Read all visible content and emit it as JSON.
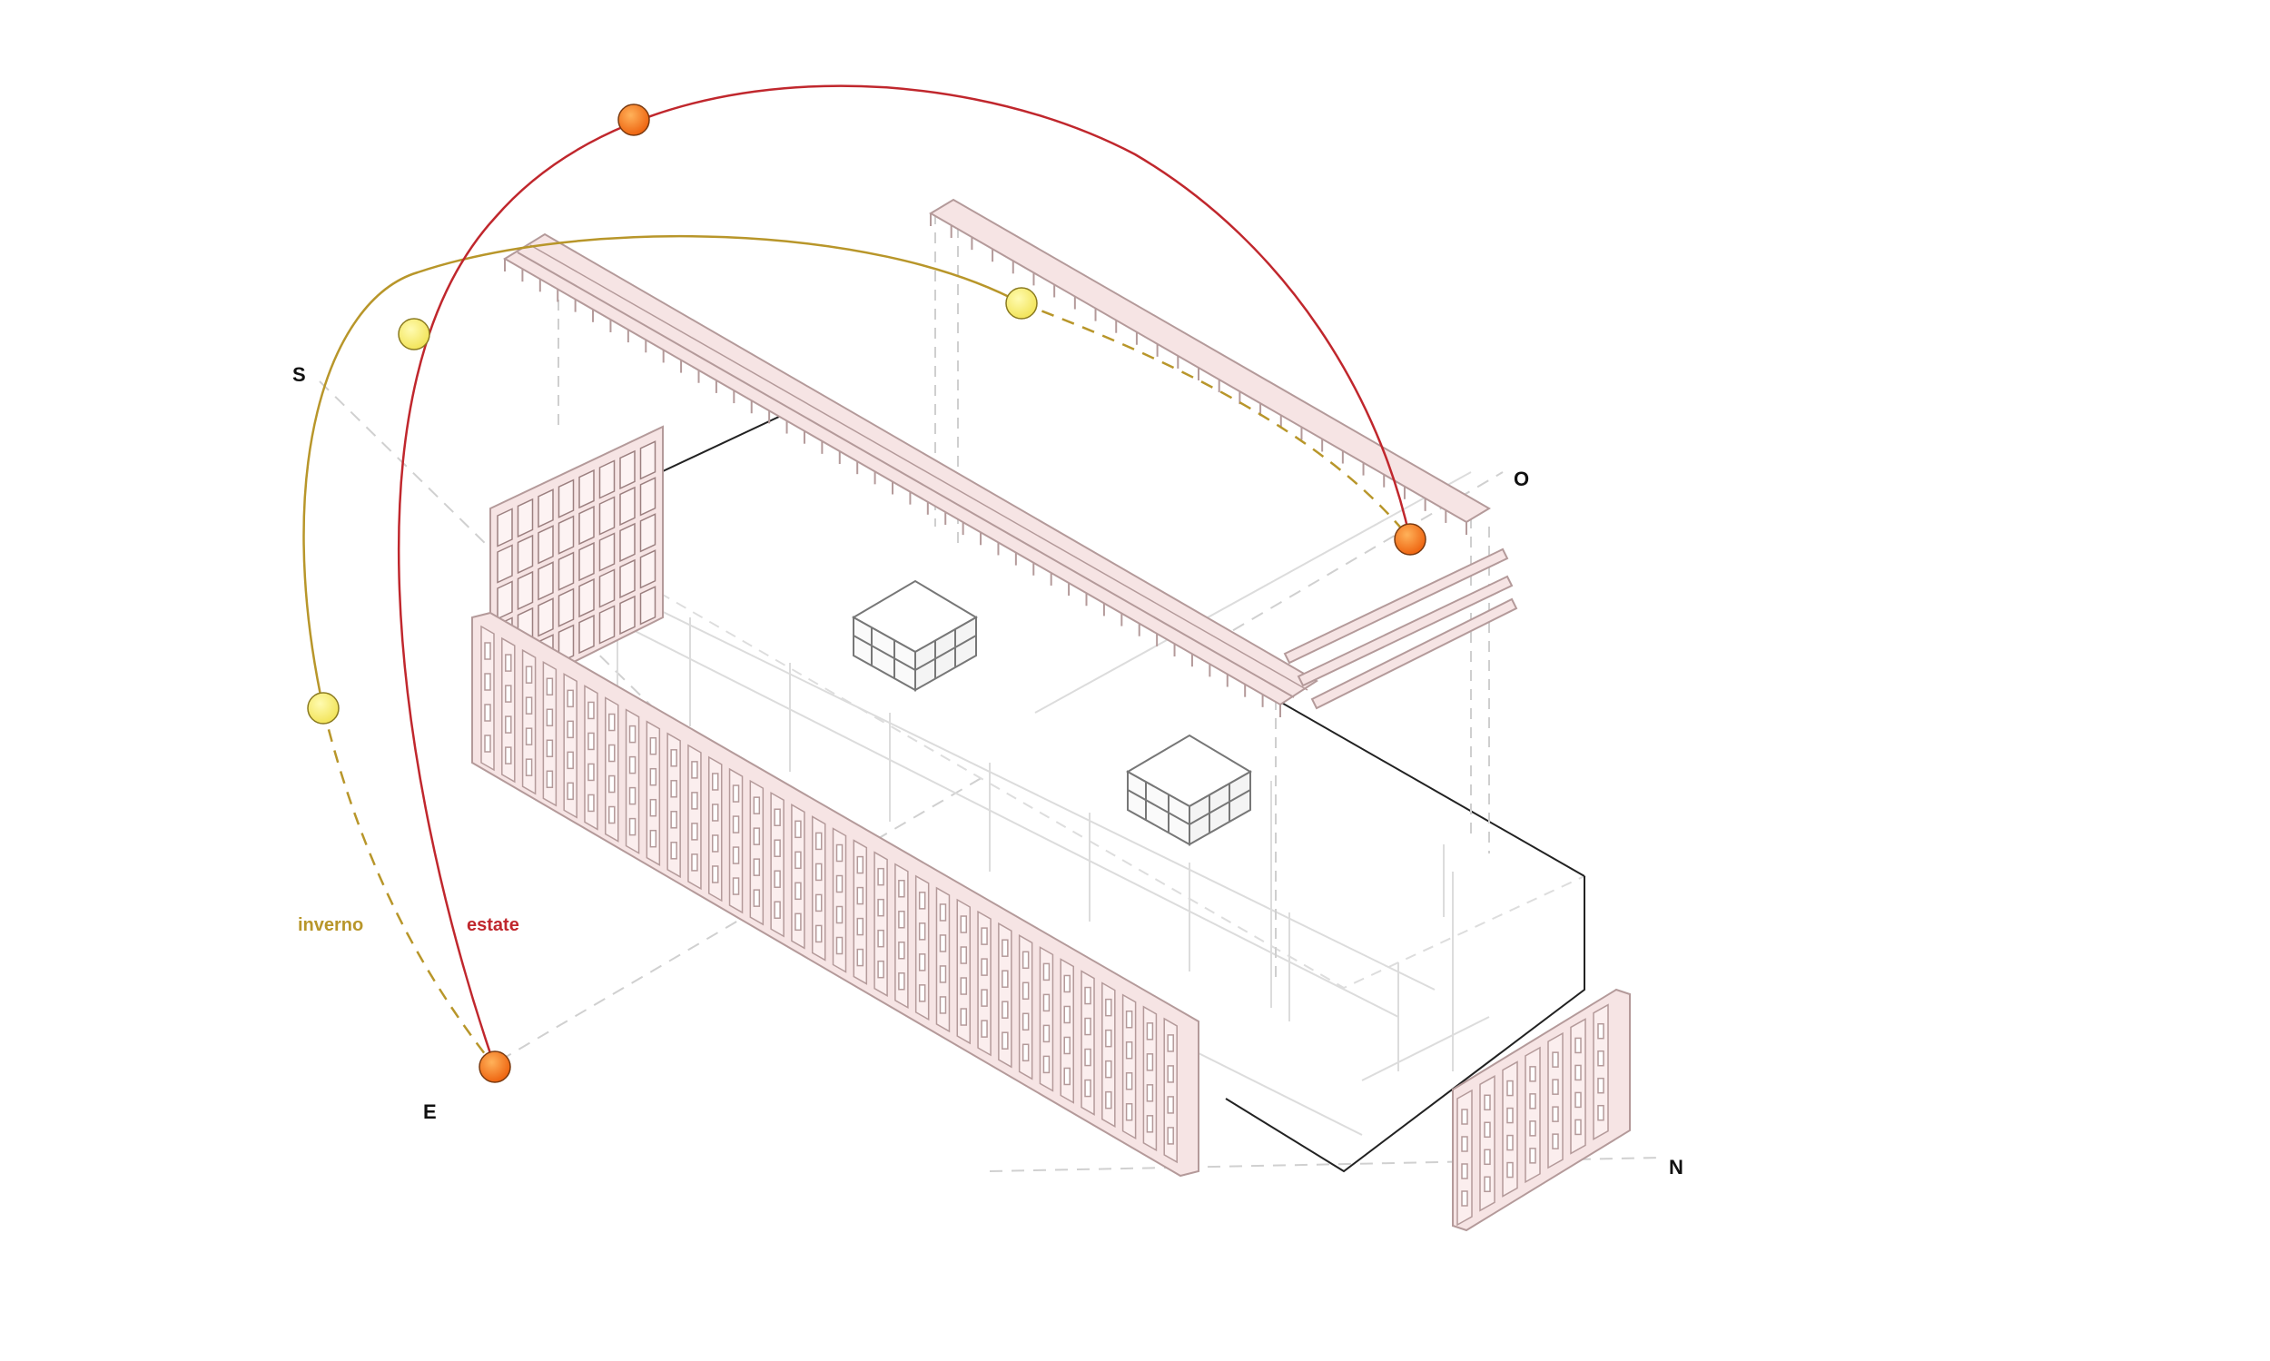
{
  "compass": {
    "south": "S",
    "west": "O",
    "east": "E",
    "north": "N"
  },
  "legend": {
    "winter": "inverno",
    "summer": "estate"
  },
  "colors": {
    "winter": "#b8962a",
    "summer": "#c0272d",
    "sun_summer": "#f47a1c",
    "sun_winter": "#f7ec6a",
    "panel_fill": "#f6e4e4",
    "panel_stroke": "#b49a9a",
    "outline": "#222222",
    "guide": "#c8c8c8"
  }
}
